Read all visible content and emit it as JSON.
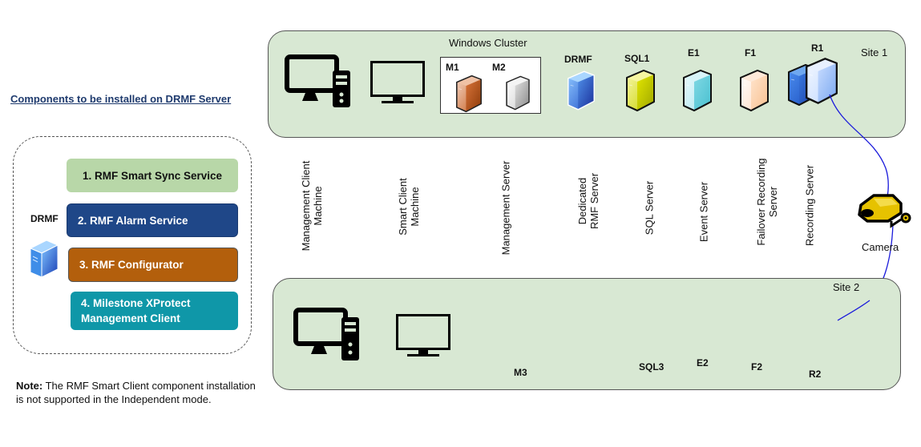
{
  "left_panel": {
    "heading": "Components to be installed on DRMF Server",
    "server_label": "DRMF",
    "components": [
      {
        "label": "1. RMF Smart Sync Service",
        "color": "#b8d7a8"
      },
      {
        "label": "2. RMF Alarm Service",
        "color": "#1f4788"
      },
      {
        "label": "3.  RMF Configurator",
        "color": "#b35f0c"
      },
      {
        "label_line1": "4. Milestone XProtect",
        "label_line2": "Management Client",
        "color": "#0f97a8"
      }
    ],
    "note_bold": "Note:",
    "note_text": " The RMF Smart Client component installation is not supported in the Independent mode."
  },
  "site1": {
    "label": "Site 1",
    "cluster_label": "Windows Cluster",
    "nodes": {
      "m1": "M1",
      "m2": "M2",
      "drmf": "DRMF",
      "sql1": "SQL1",
      "e1": "E1",
      "f1": "F1",
      "r1": "R1"
    }
  },
  "roles": {
    "mgmt_client": [
      "Management Client",
      "Machine"
    ],
    "smart_client": [
      "Smart Client",
      "Machine"
    ],
    "mgmt_server": "Management Server",
    "drmf": [
      "Dedicated",
      "RMF Server"
    ],
    "sql": "SQL Server",
    "event": "Event  Server",
    "failover": [
      "Failover Recording",
      "Server"
    ],
    "recording": "Recording Server"
  },
  "camera": {
    "label": "Camera"
  },
  "site2": {
    "label": "Site 2",
    "nodes": {
      "m3": "M3",
      "sql3": "SQL3",
      "e2": "E2",
      "f2": "F2",
      "r2": "R2"
    }
  },
  "colors": {
    "site_bg": "#d8e8d3",
    "link": "#1a1adb",
    "camera": "#e6c200"
  }
}
